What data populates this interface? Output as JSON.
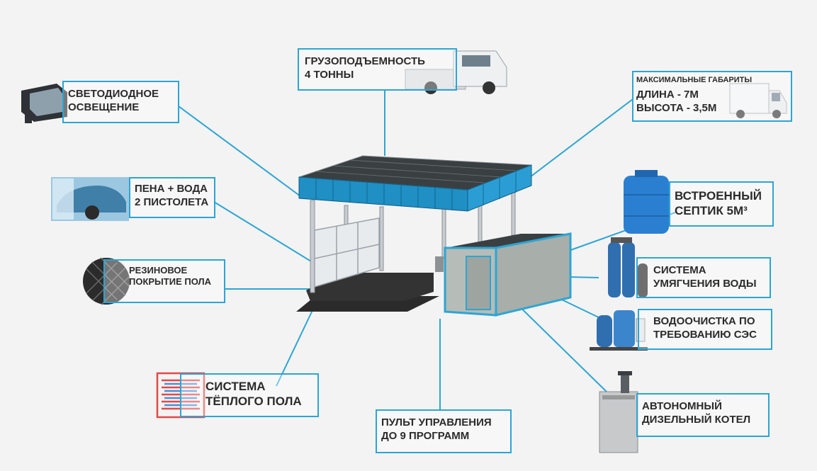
{
  "labels": {
    "lifting": [
      "ГРУЗОПОДЪЕМНОСТЬ",
      "4 ТОННЫ"
    ],
    "led": [
      "СВЕТОДИОДНОЕ",
      "ОСВЕЩЕНИЕ"
    ],
    "dimensions": {
      "title": "МАКСИМАЛЬНЫЕ ГАБАРИТЫ",
      "length": "ДЛИНА - 7М",
      "height": "ВЫСОТА - 3,5М"
    },
    "foam": [
      "ПЕНА + ВОДА",
      "2 ПИСТОЛЕТА"
    ],
    "septic": [
      "ВСТРОЕННЫЙ",
      "СЕПТИК 5М³"
    ],
    "rubber": [
      "РЕЗИНОВОЕ",
      "ПОКРЫТИЕ ПОЛА"
    ],
    "softening": [
      "СИСТЕМА",
      "УМЯГЧЕНИЯ ВОДЫ"
    ],
    "purification": [
      "ВОДООЧИСТКА ПО",
      "ТРЕБОВАНИЮ СЭС"
    ],
    "heating": [
      "СИСТЕМА",
      "ТЁПЛОГО ПОЛА"
    ],
    "control": [
      "ПУЛЬТ УПРАВЛЕНИЯ",
      "ДО 9 ПРОГРАММ"
    ],
    "boiler": [
      "АВТОНОМНЫЙ",
      "ДИЗЕЛЬНЫЙ КОТЕЛ"
    ]
  },
  "colors": {
    "accent": "#2da5d3",
    "roof": "#1f8fc4",
    "container": "#b6bcb7",
    "floor": "#2b2b2b"
  },
  "icons": [
    "led-floodlight-icon",
    "truck-icon",
    "van-icon",
    "car-wash-icon",
    "water-tank-icon",
    "rubber-mat-icon",
    "softener-tanks-icon",
    "purification-unit-icon",
    "floor-heating-icon",
    "diesel-boiler-icon"
  ]
}
